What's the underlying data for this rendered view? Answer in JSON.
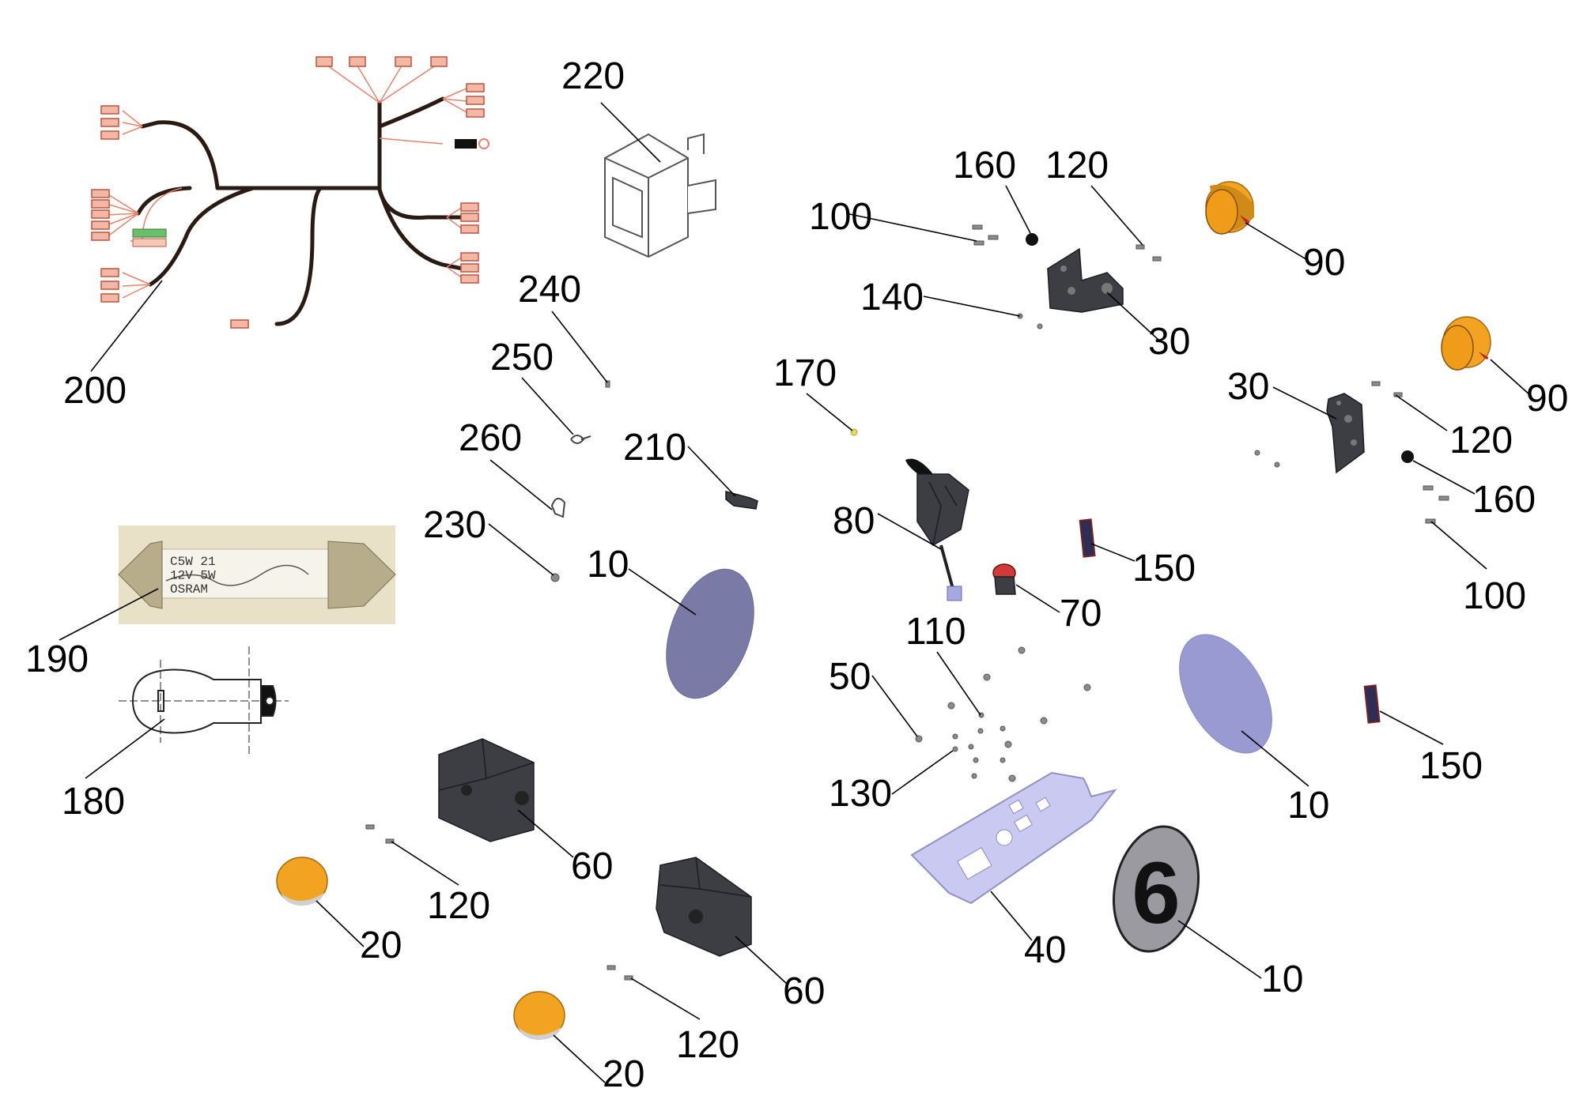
{
  "callouts": {
    "c200": "200",
    "c220": "220",
    "c240": "240",
    "c250": "250",
    "c260": "260",
    "c230": "230",
    "c210": "210",
    "c10_a": "10",
    "c190": "190",
    "c180": "180",
    "c120_a": "120",
    "c60_a": "60",
    "c20_a": "20",
    "c60_b": "60",
    "c120_b": "120",
    "c20_b": "20",
    "c160_a": "160",
    "c120_c": "120",
    "c100_a": "100",
    "c140": "140",
    "c30_a": "30",
    "c90_a": "90",
    "c90_b": "90",
    "c30_b": "30",
    "c120_d": "120",
    "c160_b": "160",
    "c100_b": "100",
    "c170": "170",
    "c80": "80",
    "c150_a": "150",
    "c70": "70",
    "c110": "110",
    "c50": "50",
    "c130": "130",
    "c40": "40",
    "c10_b": "10",
    "c150_b": "150",
    "c10_c": "10"
  },
  "decal_number": "6",
  "bulb_190_print": "C5W  21\n12V  5W\nOSRAM"
}
